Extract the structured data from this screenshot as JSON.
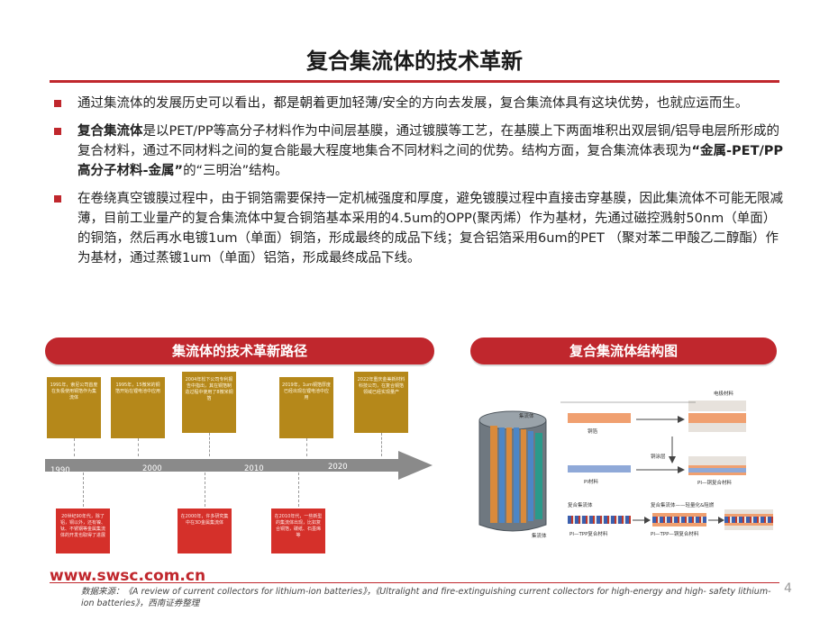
{
  "title": "复合集流体的技术革新",
  "bullets": [
    {
      "text": "通过集流体的发展历史可以看出，都是朝着更加轻薄/安全的方向去发展，复合集流体具有这块优势，也就应运而生。"
    },
    {
      "bold_lead": "复合集流体",
      "text_a": "是以PET/PP等高分子材料作为中间层基膜，通过镀膜等工艺，在基膜上下两面堆积出双层铜/铝导电层所形成的复合材料，通过不同材料之间的复合能最大程度地集合不同材料之间的优势。结构方面，复合集流体表现为",
      "bold_mid": "“金属-PET/PP高分子材料-金属”",
      "text_b": "的“三明治”结构。"
    },
    {
      "text": "在卷绕真空镀膜过程中，由于铜箔需要保持一定机械强度和厚度，避免镀膜过程中直接击穿基膜，因此集流体不可能无限减薄，目前工业量产的复合集流体中复合铜箔基本采用的4.5um的OPP(聚丙烯）作为基材，先通过磁控溅射50nm（单面）的铜箔，然后再水电镀1um（单面）铜箔，形成最终的成品下线；复合铝箔采用6um的PET （聚对苯二甲酸乙二醇酯）作为基材，通过蒸镀1um（单面）铝箔，形成最终成品下线。"
    }
  ],
  "timeline": {
    "header": "集流体的技术革新路径",
    "years": [
      "1990",
      "2000",
      "2010",
      "2020"
    ],
    "top_boxes": [
      "1991年，索尼公司首度在负极使用铜箔作为集流体",
      "1995年，15微米的铜箔开始在锂电池中应用",
      "2004年松下公司专利报告中指出，其在铜箔制造过程中使用了8微米铜箔",
      "2019年，1um铜箔厚度已经出现在锂电池中应用",
      "2022年重庆金美新材料科技公司，在复合铜箔领域已经实现量产"
    ],
    "bottom_boxes": [
      "20世纪90年代，除了铝，铜以外，还有镍、钛、不锈钢等金属集流体的开发也取得了进展",
      "在2000年，许多研究集中在3D金属集流体",
      "在2010年代，一些新型的集流体出现，比如复合铜箔，碳纸、石墨烯等"
    ]
  },
  "structure": {
    "header": "复合集流体结构图",
    "labels": {
      "current_collector": "集流体",
      "electrode_material": "电极材料",
      "copper_foil": "铜箔",
      "copper_layer": "铜涂层",
      "pi_material": "PI材料",
      "pi_copper": "PI—铜复合材料",
      "composite_collector": "复合集流体",
      "lightweight_flame": "复合集流体——轻量化&阻燃",
      "pi_tpp": "PI—TPP复合材料",
      "pi_tpp_copper": "PI—TPP—铜复合材料",
      "battery_collector": "集流体"
    }
  },
  "footer": {
    "url": "www.swsc.com.cn",
    "source": "数据来源：《A review of current collectors for lithium-ion batteries》，《Ultralight and fire-extinguishing current collectors for high-energy and high- safety lithium-ion batteries》，西南证券整理",
    "page": "4"
  },
  "colors": {
    "accent": "#c0272d",
    "gold": "#b5881a",
    "red_box": "#d5302a"
  }
}
